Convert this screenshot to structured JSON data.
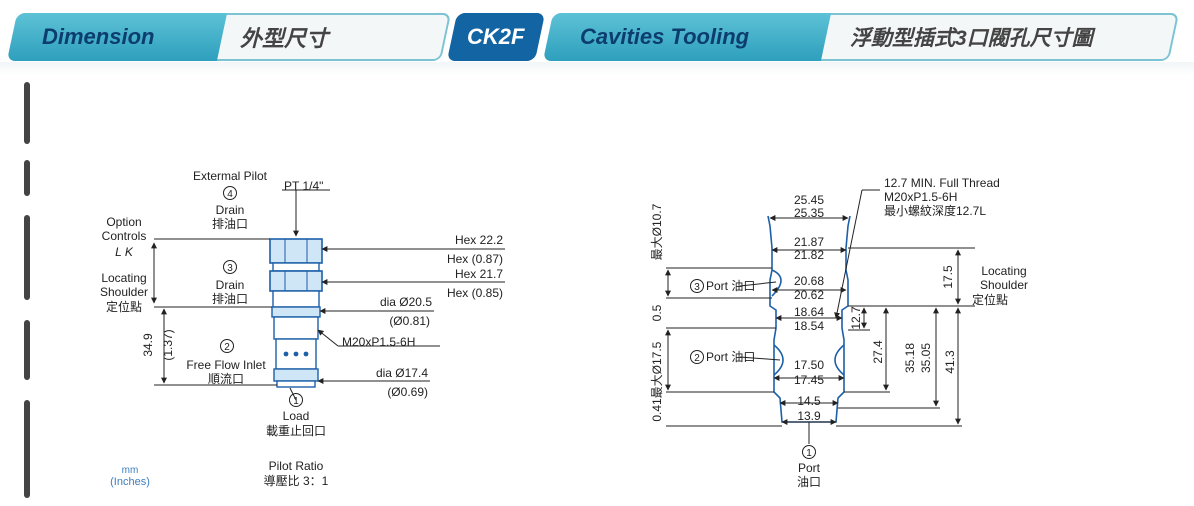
{
  "header": {
    "dimension_en": "Dimension",
    "dimension_cn": "外型尺寸",
    "model": "CK2F",
    "cavity_en": "Cavities Tooling",
    "cavity_cn": "浮動型插式3口閥孔尺寸圖"
  },
  "left": {
    "external_pilot": "Extermal Pilot",
    "port4_num": "4",
    "pt": "PT 1/4\"",
    "drain": "Drain",
    "drain_cn": "排油口",
    "port3_num": "3",
    "option": "Option",
    "controls": "Controls",
    "lk": "L   K",
    "locating": "Locating",
    "shoulder": "Shoulder",
    "shoulder_cn": "定位點",
    "len_mm": "34.9",
    "len_in": "(1.37)",
    "port2_num": "2",
    "free_flow": "Free Flow Inlet",
    "free_flow_cn": "順流口",
    "port1_num": "1",
    "load": "Load",
    "load_cn": "載重止回口",
    "hex1": "Hex 22.2",
    "hex1_in": "Hex (0.87)",
    "hex2": "Hex 21.7",
    "hex2_in": "Hex (0.85)",
    "dia1": "dia  Ø20.5",
    "dia1_in": "(Ø0.81)",
    "thread": "M20xP1.5-6H",
    "dia2": "dia  Ø17.4",
    "dia2_in": "(Ø0.69)",
    "mm": "mm",
    "inches": "(Inches)",
    "pilot_ratio": "Pilot Ratio",
    "pilot_ratio_cn": "導壓比 3：1"
  },
  "right": {
    "thread_note": "12.7 MIN. Full Thread",
    "thread_spec": "M20xP1.5-6H",
    "thread_cn": "最小螺紋深度12.7L",
    "d1a": "25.45",
    "d1b": "25.35",
    "d2a": "21.87",
    "d2b": "21.82",
    "d3a": "20.68",
    "d3b": "20.62",
    "d4a": "18.64",
    "d4b": "18.54",
    "d5a": "17.50",
    "d5b": "17.45",
    "d6": "14.5",
    "d7": "13.9",
    "port3_num": "3",
    "port3": "Port 油口",
    "port2_num": "2",
    "port2": "Port 油口",
    "port1_num": "1",
    "port1": "Port",
    "port1_cn": "油口",
    "v_max107": "最大Ø10.7",
    "v_05": "0.5",
    "v_max175": "最大Ø17.5",
    "v_041": "0.41",
    "locating": "Locating",
    "shoulder": "Shoulder",
    "shoulder_cn": "定位點",
    "h175": "17.5",
    "h127": "12.7",
    "h274": "27.4",
    "h3518": "35.18",
    "h3505": "35.05",
    "h413": "41.3"
  }
}
